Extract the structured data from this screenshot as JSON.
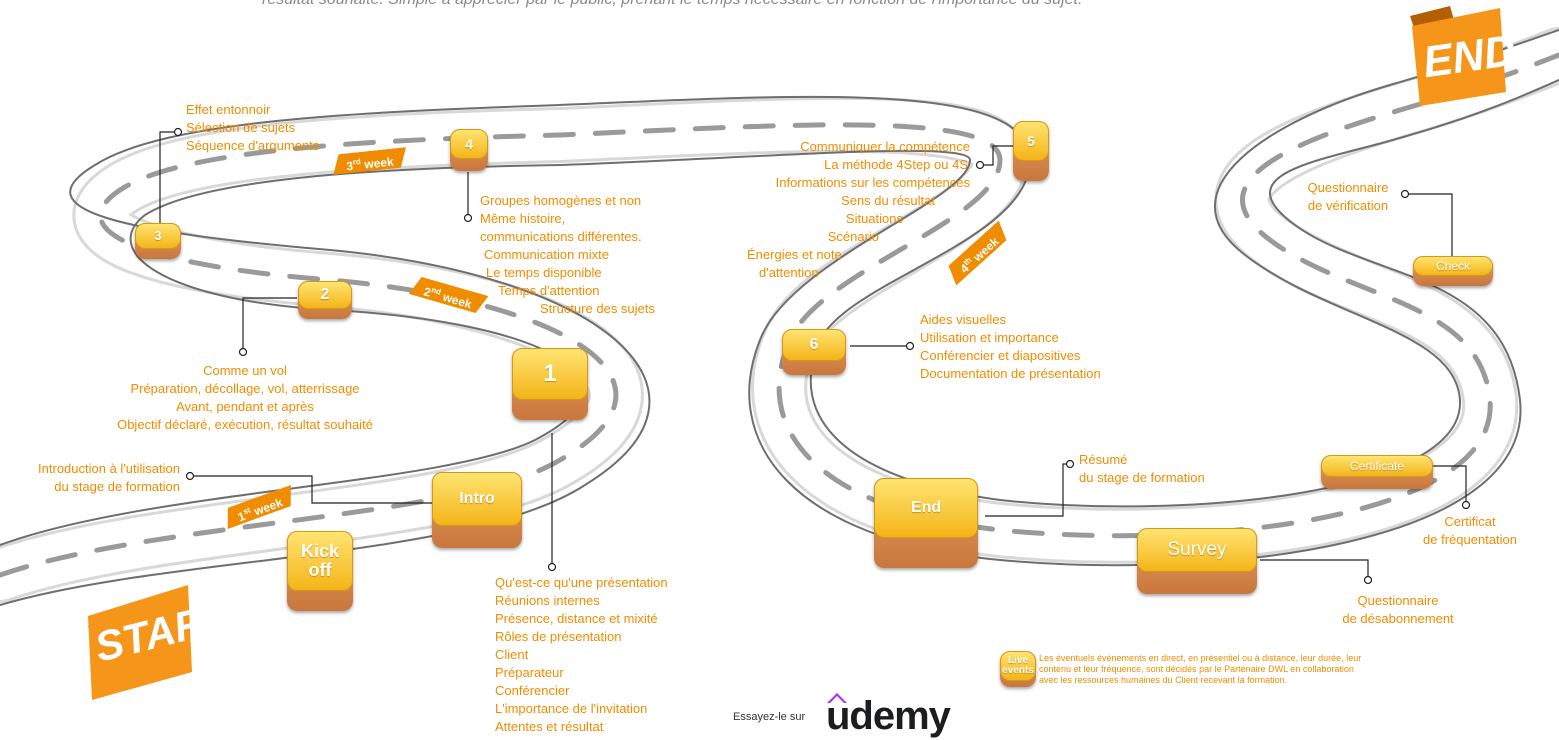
{
  "caption": "résultat souhaité. Simple à apprécier par le public, prenant le temps nécessaire en fonction de l'importance du sujet.",
  "flags": {
    "start": "START",
    "end": "END"
  },
  "weeks": [
    {
      "num": "1",
      "suffix": "st",
      "word": "week"
    },
    {
      "num": "2",
      "suffix": "nd",
      "word": "week"
    },
    {
      "num": "3",
      "suffix": "rd",
      "word": "week"
    },
    {
      "num": "4",
      "suffix": "th",
      "word": "week"
    }
  ],
  "keys": {
    "kickoff": "Kick\noff",
    "intro": "Intro",
    "k1": "1",
    "k2": "2",
    "k3": "3",
    "k4": "4",
    "k5": "5",
    "k6": "6",
    "end": "End",
    "survey": "Survey",
    "certificate": "Certificate",
    "check": "Check"
  },
  "texts": {
    "intro": [
      "Introduction à l'utilisation",
      "du stage de formation"
    ],
    "step2": [
      "Comme un vol",
      "Préparation, décollage, vol, atterrissage",
      "Avant, pendant et après",
      "Objectif déclaré, exécution, résultat souhaité"
    ],
    "step3": [
      "Effet entonnoir",
      "Sélection de sujets",
      "Séquence d'arguments"
    ],
    "step4": [
      "Groupes homogènes et non",
      "Même histoire,",
      "communications différentes.",
      "Communication mixte",
      "Le temps disponible",
      "Temps d'attention",
      "Structure des sujets"
    ],
    "step1": [
      "Qu'est-ce qu'une présentation",
      "Réunions internes",
      "Présence, distance et mixité",
      "Rôles de présentation",
      "Client",
      "Préparateur",
      "Conférencier",
      "L'importance de l'invitation",
      "Attentes et résultat"
    ],
    "step5": [
      "Communiquer la compétence",
      "La méthode 4Step ou 4S",
      "Informations sur les compétences",
      "Sens du résultat",
      "Situations",
      "Scénario"
    ],
    "step5_tail": [
      "Énergies et note",
      "d'attention"
    ],
    "step6": [
      "Aides visuelles",
      "Utilisation et importance",
      "Conférencier et diapositives",
      "Documentation de présentation"
    ],
    "end": [
      "Résumé",
      "du stage de formation"
    ],
    "survey": [
      "Questionnaire",
      "de désabonnement"
    ],
    "certificate": [
      "Certificat",
      "de fréquentation"
    ],
    "check": [
      "Questionnaire",
      "de vérification"
    ]
  },
  "live": {
    "key": "Live\nevents",
    "note": "Les éventuels événements en direct, en présentiel ou à distance, leur durée, leur contenu et leur fréquence, sont décidés par le Partenaire DWL en collaboration avec les ressources humaines du Client recevant la formation."
  },
  "udemy": {
    "try": "Essayez-le sur",
    "logo": "udemy"
  }
}
